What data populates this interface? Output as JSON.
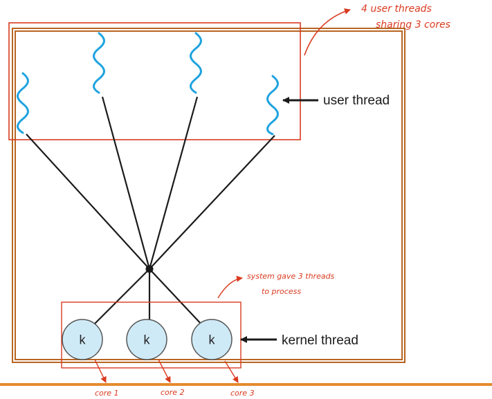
{
  "labels": {
    "user_thread": "user thread",
    "kernel_thread": "kernel thread",
    "kernel_symbol": "k"
  },
  "annotations": {
    "user_threads_line1": "4 user threads",
    "user_threads_line2": "sharing 3 cores",
    "system_line1": "system gave 3 threads",
    "system_line2": "to process",
    "cores": [
      "core 1",
      "core 2",
      "core 3"
    ]
  },
  "colors": {
    "process_border": "#b8641f",
    "annotation_red": "#d93a1f",
    "thread_wave": "#1ea3df",
    "kernel_fill": "#cfeaf7",
    "kernel_stroke": "#555555",
    "line": "#1a1a1a",
    "footer_bar": "#e58a2e"
  }
}
